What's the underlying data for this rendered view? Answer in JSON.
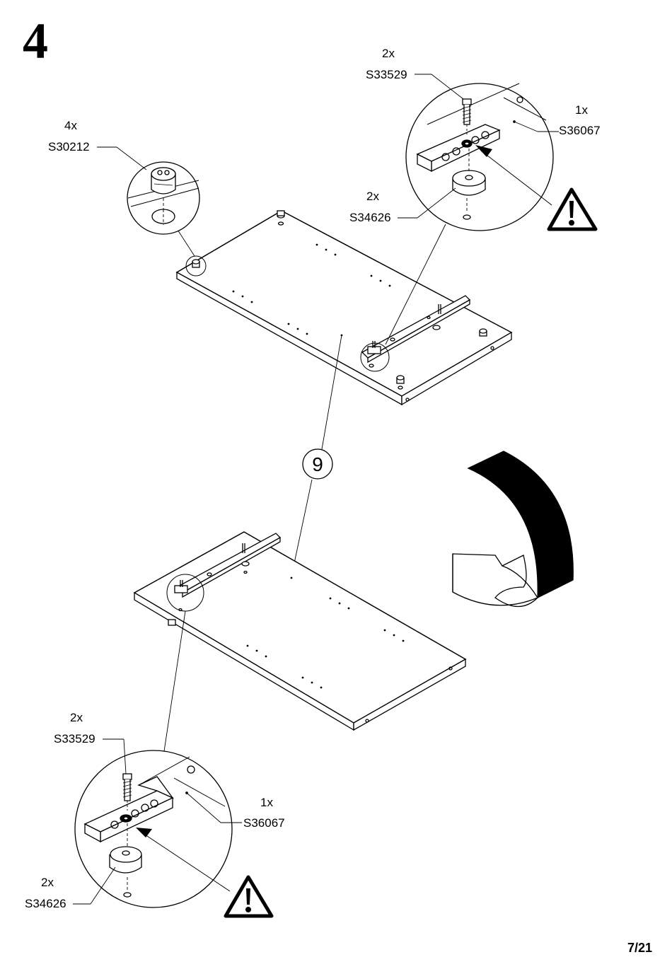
{
  "step_number": "4",
  "page_number": "7/21",
  "part_circle_label": "9",
  "callouts": {
    "top_left": {
      "qty": "4x",
      "code": "S30212"
    },
    "top_right_screw": {
      "qty": "2x",
      "code": "S33529"
    },
    "top_right_rail": {
      "qty": "1x",
      "code": "S36067"
    },
    "top_right_spacer": {
      "qty": "2x",
      "code": "S34626"
    },
    "bottom_screw": {
      "qty": "2x",
      "code": "S33529"
    },
    "bottom_rail": {
      "qty": "1x",
      "code": "S36067"
    },
    "bottom_spacer": {
      "qty": "2x",
      "code": "S34626"
    }
  },
  "icons": [
    "warning-triangle-icon",
    "flip-rotate-arrow-icon",
    "cam-lock-icon",
    "screw-icon",
    "rail-icon",
    "spacer-icon"
  ]
}
